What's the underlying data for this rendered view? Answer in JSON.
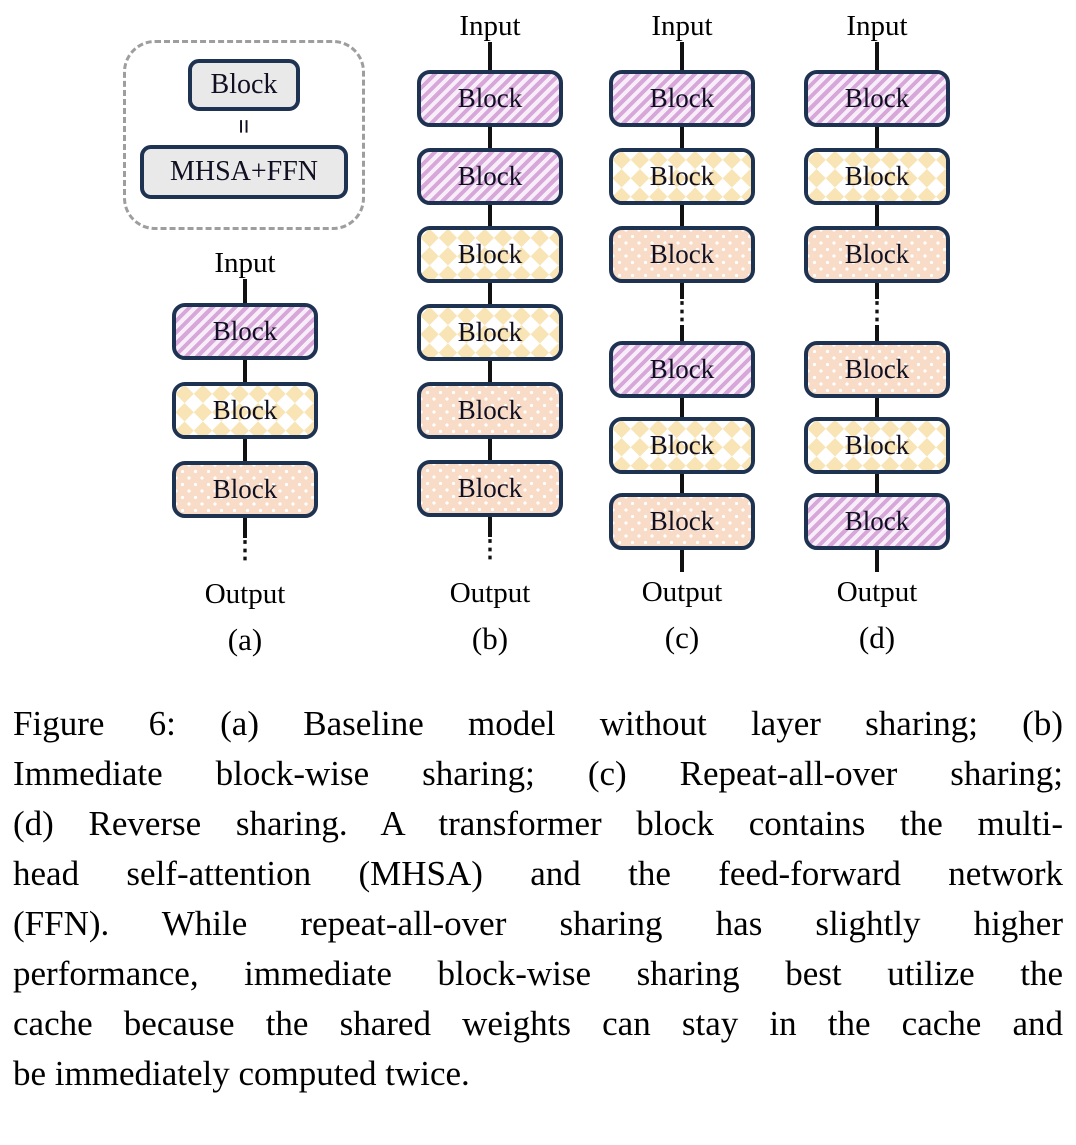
{
  "figure": {
    "legend": {
      "block_label": "Block",
      "equals_symbol": "=",
      "expansion_label": "MHSA+FFN"
    },
    "io_labels": {
      "input": "Input",
      "output": "Output"
    },
    "block_label": "Block",
    "ellipsis": "⋮",
    "colors": {
      "block_border": "#1e3252",
      "purple_stripe": "#d7a7da",
      "yellow_diamond": "#f8e4b4",
      "orange_fill": "#f8dcc8",
      "legend_fill": "#e9e9ea",
      "legend_dash_border": "#9e9e9e",
      "connector_line": "#111111"
    },
    "pattern_legend": {
      "purple": "diagonal-stripes",
      "yellow": "diamond-checker",
      "orange": "dotted"
    },
    "columns": [
      {
        "letter": "(a)",
        "blocks": [
          "purple",
          "yellow",
          "orange"
        ],
        "ellipsis_position": "after-blocks"
      },
      {
        "letter": "(b)",
        "blocks": [
          "purple",
          "purple",
          "yellow",
          "yellow",
          "orange",
          "orange"
        ],
        "ellipsis_position": "after-blocks"
      },
      {
        "letter": "(c)",
        "blocks": [
          "purple",
          "yellow",
          "orange",
          "purple",
          "yellow",
          "orange"
        ],
        "ellipsis_position": "middle"
      },
      {
        "letter": "(d)",
        "blocks": [
          "purple",
          "yellow",
          "orange",
          "orange",
          "yellow",
          "purple"
        ],
        "ellipsis_position": "middle"
      }
    ]
  },
  "caption": {
    "lines": [
      "Figure 6: (a) Baseline model without layer sharing; (b)",
      "Immediate block-wise sharing; (c) Repeat-all-over sharing;",
      "(d) Reverse sharing. A transformer block contains the multi-",
      "head self-attention (MHSA) and the feed-forward network",
      "(FFN). While repeat-all-over sharing has slightly higher",
      "performance, immediate block-wise sharing best utilize the",
      "cache because the shared weights can stay in the cache and",
      "be immediately computed twice."
    ]
  }
}
